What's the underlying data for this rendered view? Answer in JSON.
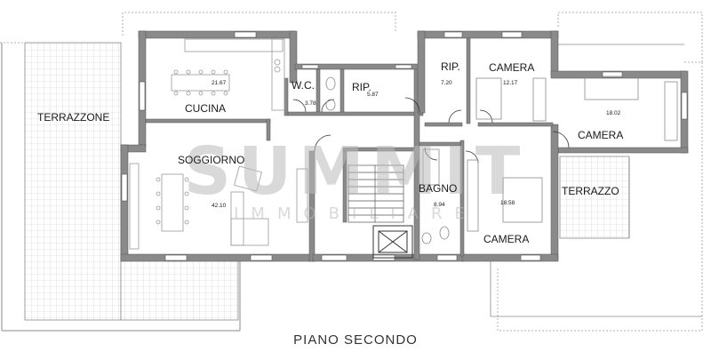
{
  "floor": {
    "caption": "PIANO SECONDO"
  },
  "watermark": {
    "brand": "SUMMIT",
    "tagline": "IMMOBILIARE"
  },
  "rooms": {
    "terrazzone": {
      "label": "TERRAZZONE"
    },
    "cucina": {
      "label": "CUCINA",
      "area": "21.67"
    },
    "soggiorno": {
      "label": "SOGGIORNO",
      "area": "42.10"
    },
    "wc": {
      "label": "W.C.",
      "area": "3.78"
    },
    "rip1": {
      "label": "RIP.",
      "area": "5.87"
    },
    "rip2": {
      "label": "RIP.",
      "area": "7.20"
    },
    "camera1": {
      "label": "CAMERA",
      "area": "12.17"
    },
    "camera2": {
      "label": "CAMERA",
      "area": "18.02"
    },
    "bagno": {
      "label": "BAGNO",
      "area": "8.94"
    },
    "camera3": {
      "label": "CAMERA",
      "area": "18.58"
    },
    "terrazzo": {
      "label": "TERRAZZO"
    }
  },
  "colors": {
    "wall": "#8a8a8a",
    "wall_edge": "#555555",
    "tile": "#c9c9c9",
    "furniture": "#9a9a9a"
  }
}
